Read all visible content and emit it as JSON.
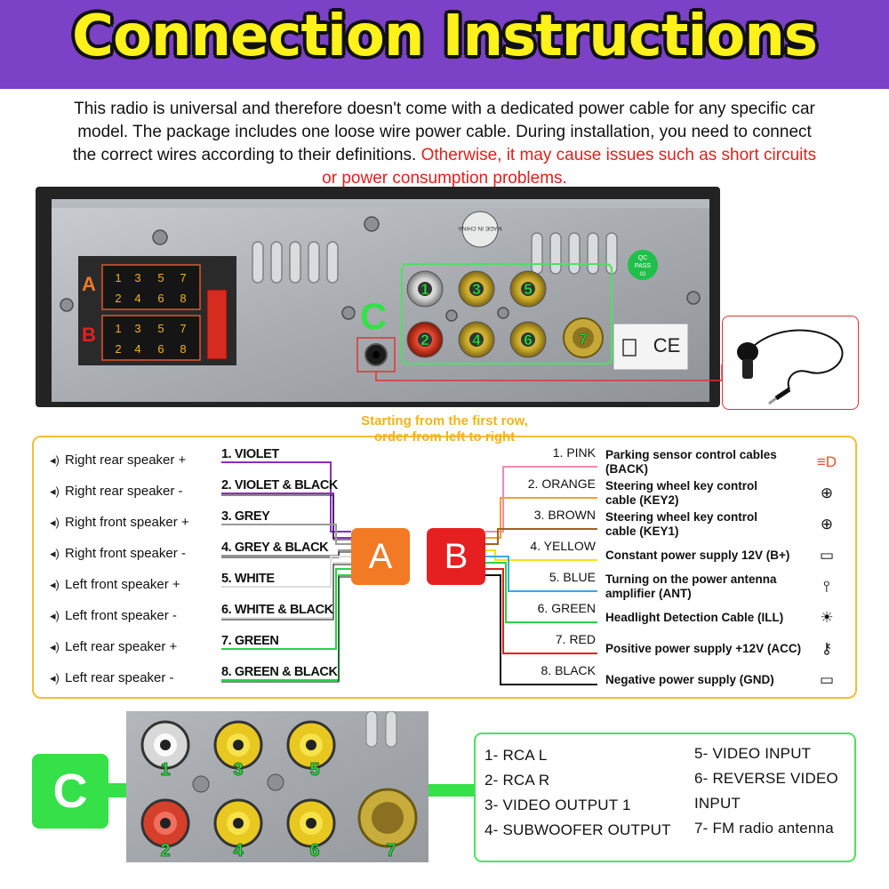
{
  "title": "Connection Instructions",
  "intro": {
    "line1": "This radio is universal and therefore doesn't come with a dedicated power cable for any specific car",
    "line2": "model. The package includes one loose wire power cable. During installation, you need to connect",
    "line3_black": "the correct wires according to their definitions. ",
    "line3_red": "Otherwise, it may cause issues such as short circuits",
    "line4_red": "or power consumption problems."
  },
  "panel": {
    "made_in": "MADE IN CHINA",
    "qc_line1": "QC",
    "qc_line2": "PASS",
    "qc_line3": "02",
    "label_a": "A",
    "label_b": "B",
    "label_c": "C",
    "ce_mark": "CE",
    "pins_top": [
      "1",
      "3",
      "5",
      "7"
    ],
    "pins_bottom": [
      "2",
      "4",
      "6",
      "8"
    ],
    "rca_numbers": [
      "1",
      "3",
      "5",
      "2",
      "4",
      "6",
      "7"
    ]
  },
  "wiring": {
    "note_line1": "Starting from the first row,",
    "note_line2": "order from left to right",
    "badge_a": "A",
    "badge_b": "B",
    "left": [
      {
        "function": "Right rear speaker +",
        "wire": "1. VIOLET",
        "color": "#8a2fbf"
      },
      {
        "function": "Right rear speaker -",
        "wire": "2. VIOLET & BLACK",
        "color": "#8a2fbf"
      },
      {
        "function": "Right front speaker +",
        "wire": "3. GREY",
        "color": "#999999"
      },
      {
        "function": "Right front speaker -",
        "wire": "4. GREY & BLACK",
        "color": "#999999"
      },
      {
        "function": "Left front speaker +",
        "wire": "5. WHITE",
        "color": "#dddddd"
      },
      {
        "function": "Left front speaker -",
        "wire": "6. WHITE & BLACK",
        "color": "#dddddd"
      },
      {
        "function": "Left rear speaker +",
        "wire": "7. GREEN",
        "color": "#2bd04a"
      },
      {
        "function": "Left rear speaker -",
        "wire": "8. GREEN & BLACK",
        "color": "#2bd04a"
      }
    ],
    "right": [
      {
        "wire": "1. PINK",
        "function_line1": "Parking sensor control cables",
        "function_line2": "(BACK)",
        "color": "#f08ab4",
        "icon": "parking-light-icon"
      },
      {
        "wire": "2. ORANGE",
        "function_line1": "Steering wheel key control",
        "function_line2": "cable (KEY2)",
        "color": "#f2a030",
        "icon": "steering-wheel-icon"
      },
      {
        "wire": "3. BROWN",
        "function_line1": "Steering wheel key control",
        "function_line2": "cable (KEY1)",
        "color": "#a0641e",
        "icon": "steering-wheel-icon"
      },
      {
        "wire": "4. YELLOW",
        "function_line1": "Constant power supply 12V (B+)",
        "function_line2": "",
        "color": "#f2e21a",
        "icon": "battery-icon"
      },
      {
        "wire": "5. BLUE",
        "function_line1": "Turning on the power antenna",
        "function_line2": "amplifier (ANT)",
        "color": "#3aa8e8",
        "icon": "antenna-icon"
      },
      {
        "wire": "6. GREEN",
        "function_line1": "Headlight Detection Cable (ILL)",
        "function_line2": "",
        "color": "#2bd04a",
        "icon": "light-bulb-icon"
      },
      {
        "wire": "7. RED",
        "function_line1": "Positive power supply +12V (ACC)",
        "function_line2": "",
        "color": "#e02020",
        "icon": "car-key-icon"
      },
      {
        "wire": "8. BLACK",
        "function_line1": "Negative power supply (GND)",
        "function_line2": "",
        "color": "#111111",
        "icon": "battery-icon"
      }
    ]
  },
  "section_c": {
    "badge": "C",
    "photo_numbers": [
      "1",
      "3",
      "5",
      "2",
      "4",
      "6",
      "7"
    ],
    "items_left": [
      "1- RCA L",
      "2- RCA R",
      "3- VIDEO OUTPUT 1",
      "4- SUBWOOFER OUTPUT"
    ],
    "items_right": [
      "5- VIDEO INPUT",
      "6- REVERSE VIDEO",
      "INPUT",
      "7- FM radio antenna"
    ]
  },
  "colors": {
    "header_bg": "#7b41c7",
    "title_yellow": "#fff21a",
    "warning_red": "#e0201c",
    "badge_a": "#f27a24",
    "badge_b": "#e62020",
    "badge_c": "#35e048",
    "wiring_border": "#f2bf33"
  }
}
